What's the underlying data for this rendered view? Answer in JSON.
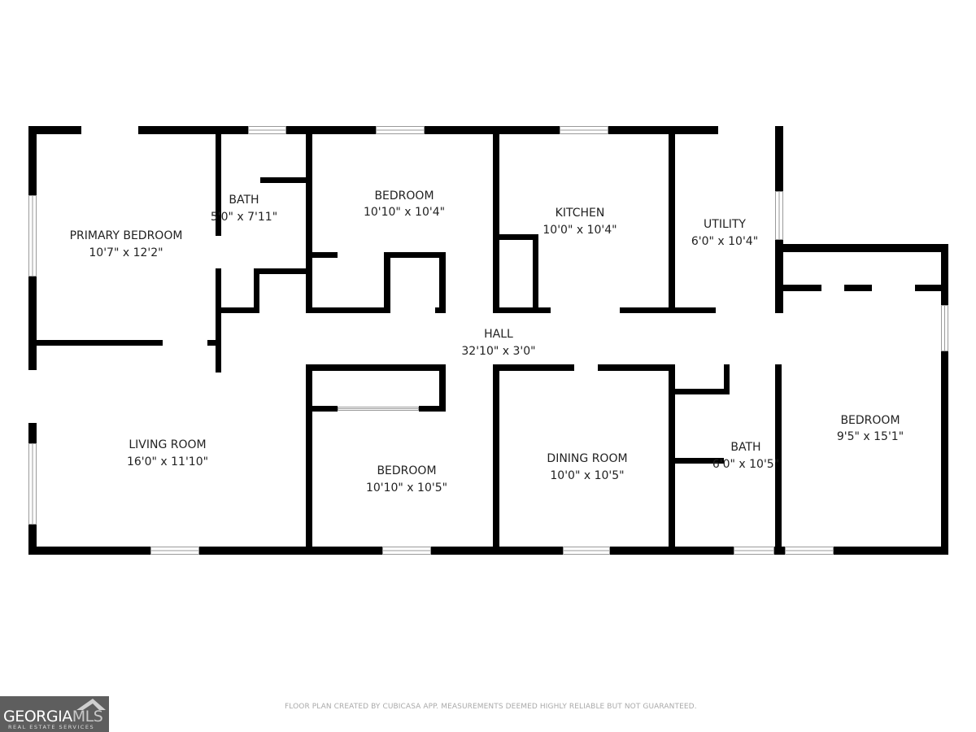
{
  "rooms": [
    {
      "name": "PRIMARY BEDROOM",
      "size": "10'7\" x 12'2\""
    },
    {
      "name": "BATH",
      "size": "5'0\" x 7'11\""
    },
    {
      "name": "BEDROOM",
      "size": "10'10\" x 10'4\""
    },
    {
      "name": "KITCHEN",
      "size": "10'0\" x 10'4\""
    },
    {
      "name": "UTILITY",
      "size": "6'0\" x 10'4\""
    },
    {
      "name": "HALL",
      "size": "32'10\" x 3'0\""
    },
    {
      "name": "LIVING ROOM",
      "size": "16'0\" x 11'10\""
    },
    {
      "name": "BEDROOM",
      "size": "10'10\" x 10'5\""
    },
    {
      "name": "DINING ROOM",
      "size": "10'0\" x 10'5\""
    },
    {
      "name": "BATH",
      "size": "6'0\" x 10'5\""
    },
    {
      "name": "BEDROOM",
      "size": "9'5\" x 15'1\""
    }
  ],
  "footer": "FLOOR PLAN CREATED BY CUBICASA APP. MEASUREMENTS DEEMED HIGHLY RELIABLE BUT NOT GUARANTEED.",
  "logo": {
    "main_dark": "GEORGIA",
    "main_light": "MLS",
    "sub": "REAL ESTATE SERVICES"
  },
  "colors": {
    "wall": "#000000",
    "window": "#9a9a9a",
    "logo_bg": "#5e5e5e"
  }
}
